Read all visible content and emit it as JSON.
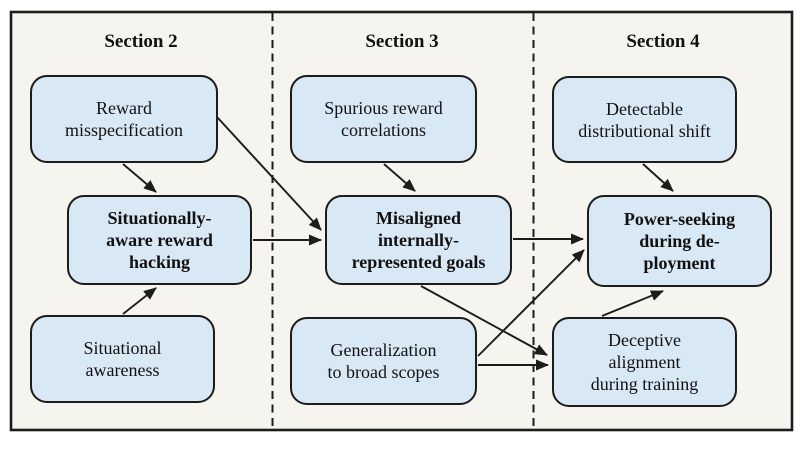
{
  "figure": {
    "sections": [
      {
        "title": "Section 2",
        "nodes": {
          "reward_misspecification": {
            "label": [
              "Reward",
              "misspecification"
            ],
            "bold": false
          },
          "situationally_aware_reward_hacking": {
            "label": [
              "Situationally-",
              "aware reward",
              "hacking"
            ],
            "bold": true
          },
          "situational_awareness": {
            "label": [
              "Situational",
              "awareness"
            ],
            "bold": false
          }
        }
      },
      {
        "title": "Section 3",
        "nodes": {
          "spurious_reward_correlations": {
            "label": [
              "Spurious reward",
              "correlations"
            ],
            "bold": false
          },
          "misaligned_internally_represented_goals": {
            "label": [
              "Misaligned",
              "internally-",
              "represented goals"
            ],
            "bold": true
          },
          "generalization_to_broad_scopes": {
            "label": [
              "Generalization",
              "to broad scopes"
            ],
            "bold": false
          }
        }
      },
      {
        "title": "Section 4",
        "nodes": {
          "detectable_distributional_shift": {
            "label": [
              "Detectable",
              "distributional shift"
            ],
            "bold": false
          },
          "power_seeking_during_deployment": {
            "label": [
              "Power-seeking",
              "during de-",
              "ployment"
            ],
            "bold": true
          },
          "deceptive_alignment_during_training": {
            "label": [
              "Deceptive",
              "alignment",
              "during training"
            ],
            "bold": false
          }
        }
      }
    ],
    "edges": [
      {
        "from": "reward_misspecification",
        "to": "situationally_aware_reward_hacking"
      },
      {
        "from": "reward_misspecification",
        "to": "misaligned_internally_represented_goals"
      },
      {
        "from": "situational_awareness",
        "to": "situationally_aware_reward_hacking"
      },
      {
        "from": "situationally_aware_reward_hacking",
        "to": "misaligned_internally_represented_goals"
      },
      {
        "from": "spurious_reward_correlations",
        "to": "misaligned_internally_represented_goals"
      },
      {
        "from": "misaligned_internally_represented_goals",
        "to": "power_seeking_during_deployment"
      },
      {
        "from": "misaligned_internally_represented_goals",
        "to": "deceptive_alignment_during_training"
      },
      {
        "from": "generalization_to_broad_scopes",
        "to": "power_seeking_during_deployment"
      },
      {
        "from": "generalization_to_broad_scopes",
        "to": "deceptive_alignment_during_training"
      },
      {
        "from": "detectable_distributional_shift",
        "to": "power_seeking_during_deployment"
      },
      {
        "from": "deceptive_alignment_during_training",
        "to": "power_seeking_during_deployment"
      }
    ],
    "colors": {
      "page_background": "#ffffff",
      "canvas_background": "#f6f4ee",
      "node_fill": "#d9e8f5",
      "node_border": "#1c1c1c",
      "frame_border": "#1c1c1c",
      "arrow": "#1c1c1c",
      "text": "#111111"
    }
  }
}
